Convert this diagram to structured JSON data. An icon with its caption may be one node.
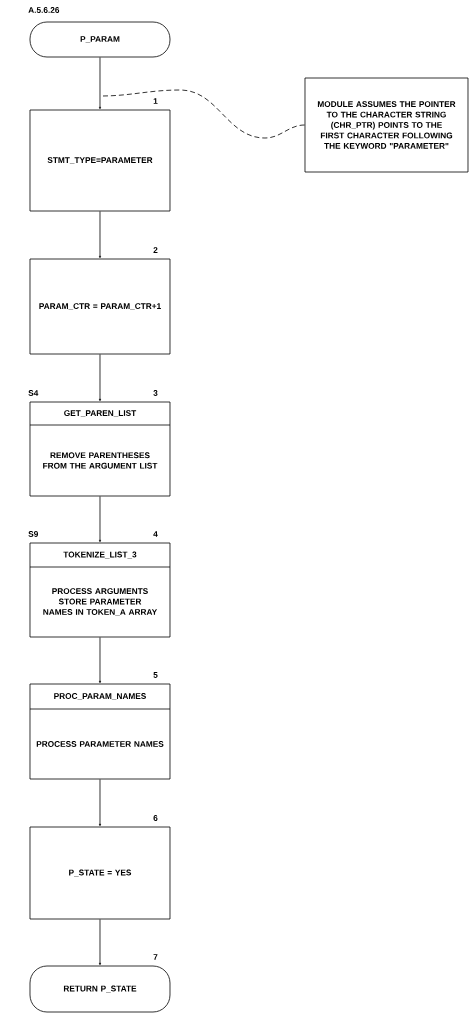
{
  "diagram": {
    "nodes": [
      {
        "text": [
          "P_PARAM"
        ]
      },
      {
        "text": [
          "MODULE ASSUMES THE POINTER TO THE CHARACTER STRING (CHR_PTR) POINTS TO THE FIRST CHARACTER FOLLOWING THE KEYWORD \"PARAMETER\""
        ]
      },
      {
        "text": [
          "STMT_TYPE=PARAMETER"
        ],
        "beside": [
          "1"
        ]
      },
      {
        "text": [
          "PARAM_CTR = PARAM_CTR+1"
        ],
        "beside": [
          "2"
        ]
      },
      {
        "text": [
          "GET_PAREN_LIST",
          "REMOVE PARENTHESES FROM THE ARGUMENT LIST"
        ],
        "beside": [
          "S4",
          "3"
        ]
      },
      {
        "text": [
          "TOKENIZE_LIST_3",
          "PROCESS ARGUMENTS STORE PARAMETER NAMES IN TOKEN_A ARRAY"
        ],
        "beside": [
          "S9",
          "4"
        ]
      },
      {
        "text": [
          "PROC_PARAM_NAMES",
          "PROCESS PARAMETER NAMES"
        ],
        "beside": [
          "5"
        ]
      },
      {
        "text": [
          "P_STATE = YES"
        ],
        "beside": [
          "6"
        ]
      },
      {
        "text": [
          "RETURN P_STATE"
        ],
        "beside": [
          "7"
        ]
      }
    ],
    "edges": [
      {
        "from": 0,
        "to": 2,
        "arrow": "to"
      },
      {
        "from": 1,
        "to": null,
        "arrow": "none",
        "style": "dashed"
      },
      {
        "from": 2,
        "to": 3,
        "arrow": "to"
      },
      {
        "from": 3,
        "to": 4,
        "arrow": "to"
      },
      {
        "from": 4,
        "to": 5,
        "arrow": "to"
      },
      {
        "from": 5,
        "to": 6,
        "arrow": "to"
      },
      {
        "from": 6,
        "to": 7,
        "arrow": "to"
      },
      {
        "from": 7,
        "to": 8,
        "arrow": "to"
      }
    ],
    "labels": [
      "A.5.6.26"
    ]
  }
}
